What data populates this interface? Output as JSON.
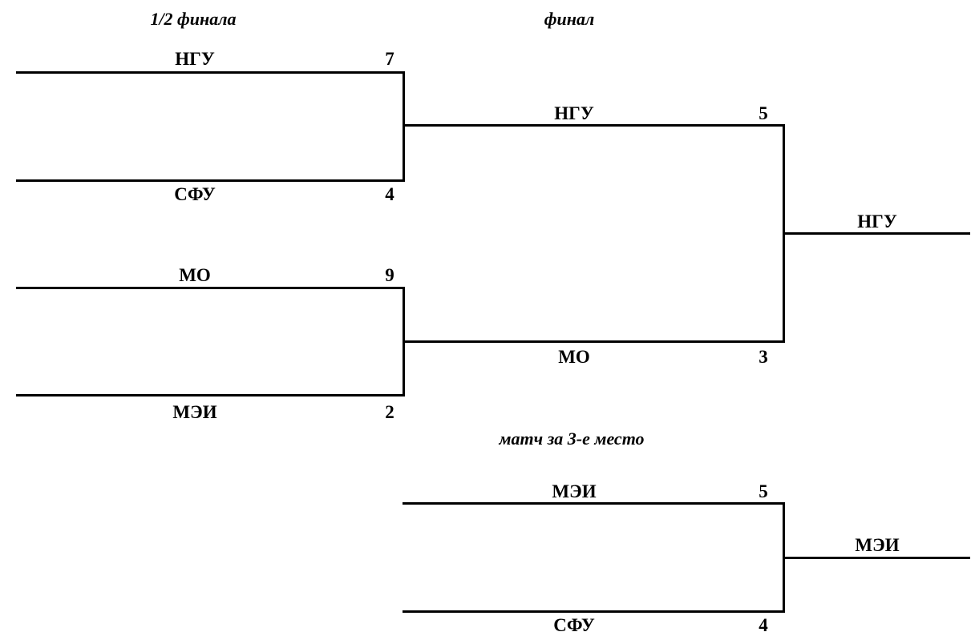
{
  "headings": {
    "semifinal": "1/2 финала",
    "final": "финал",
    "third_place": "матч за 3-е место"
  },
  "semifinal_1": {
    "top": {
      "team": "НГУ",
      "score": "7"
    },
    "bottom": {
      "team": "СФУ",
      "score": "4"
    }
  },
  "semifinal_2": {
    "top": {
      "team": "МО",
      "score": "9"
    },
    "bottom": {
      "team": "МЭИ",
      "score": "2"
    }
  },
  "final": {
    "top": {
      "team": "НГУ",
      "score": "5"
    },
    "bottom": {
      "team": "МО",
      "score": "3"
    },
    "winner": "НГУ"
  },
  "third_place": {
    "top": {
      "team": "МЭИ",
      "score": "5"
    },
    "bottom": {
      "team": "СФУ",
      "score": "4"
    },
    "winner": "МЭИ"
  }
}
